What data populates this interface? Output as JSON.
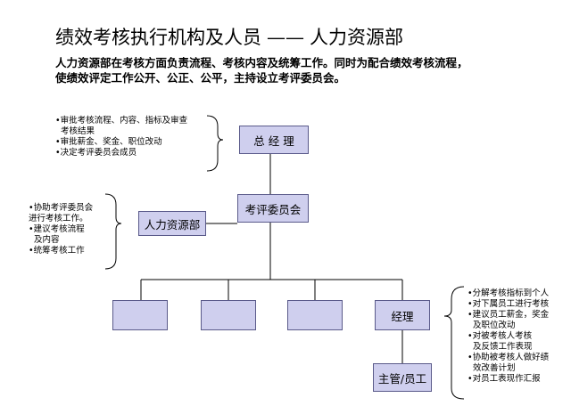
{
  "title": {
    "main": "绩效考核执行机构及人员",
    "dash": "——",
    "dept": "人力资源部"
  },
  "intro": {
    "line1": "人力资源部在考核方面负责流程、考核内容及统筹工作。同时为配合绩效考核流程，",
    "line2": "使绩效评定工作公开、公正、公平，主持设立考评委员会。"
  },
  "boxes": {
    "gm": "总 经 理",
    "committee": "考评委员会",
    "hr": "人力资源部",
    "manager": "经理",
    "staff": "主管/员工"
  },
  "gm_notes": [
    "•审批考核流程、内容、指标及审查",
    "  考核结果",
    "•审批薪金、奖金、职位改动",
    "•决定考评委员会成员"
  ],
  "hr_notes": [
    "•协助考评委员会",
    "进行考核工作。",
    "•建议考核流程",
    "  及内容",
    "•统筹考核工作"
  ],
  "manager_notes": [
    "•分解考核指标到个人",
    "•对下属员工进行考核",
    "•建议员工薪金，奖金",
    "  及职位改动",
    "•对被考核人考核",
    "  及反馈工作表现",
    "•协助被考核人做好绩",
    "  效改善计划",
    "•对员工表现作汇报"
  ]
}
